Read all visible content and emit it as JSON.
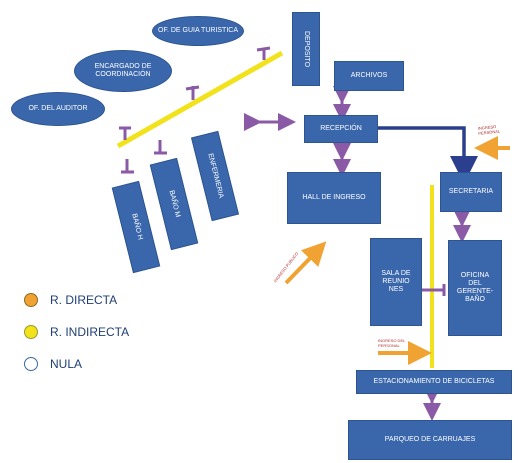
{
  "colors": {
    "box": "#3a67ac",
    "yellow": "#f2e21c",
    "orange": "#f0a332",
    "purple": "#8a5aa6",
    "navy": "#2c3f8f",
    "legend_text": "#1f3f75"
  },
  "rooms": {
    "guia": "OF. DE GUIA TURISTICA",
    "coordinacion": "ENCARGADO DE COORDINACIÓN",
    "auditor": "OF. DEL AUDITOR",
    "deposito": "DEPOSITO",
    "archivos": "ARCHIVOS",
    "recepcion": "RECEPCIÓN",
    "hall": "HALL DE INGRESO",
    "secretaria": "SECRETARIA",
    "sala": "SALA DE REUNIO NES",
    "oficina_gerente": "OFICINA DEL GERENTE- BAÑO",
    "estacionamiento": "ESTACIONAMIENTO DE BICICLETAS",
    "parque": "PARQUEO DE CARRUAJES",
    "bano1": "BAÑO H",
    "bano2": "BAÑO M",
    "enfermeria": "ENFERMERIA"
  },
  "notes": {
    "ingreso_personal_top": "INGRESO PERSONAL",
    "ingreso_publico": "INGRESO PUBLICO",
    "ingreso_personal_bottom": "INGRESO DEL PERSONAL"
  },
  "legend": [
    {
      "label": "R. DIRECTA",
      "color": "#f0a332"
    },
    {
      "label": "R. INDIRECTA",
      "color": "#f2e21c"
    },
    {
      "label": "NULA",
      "color": "#ffffff"
    }
  ]
}
